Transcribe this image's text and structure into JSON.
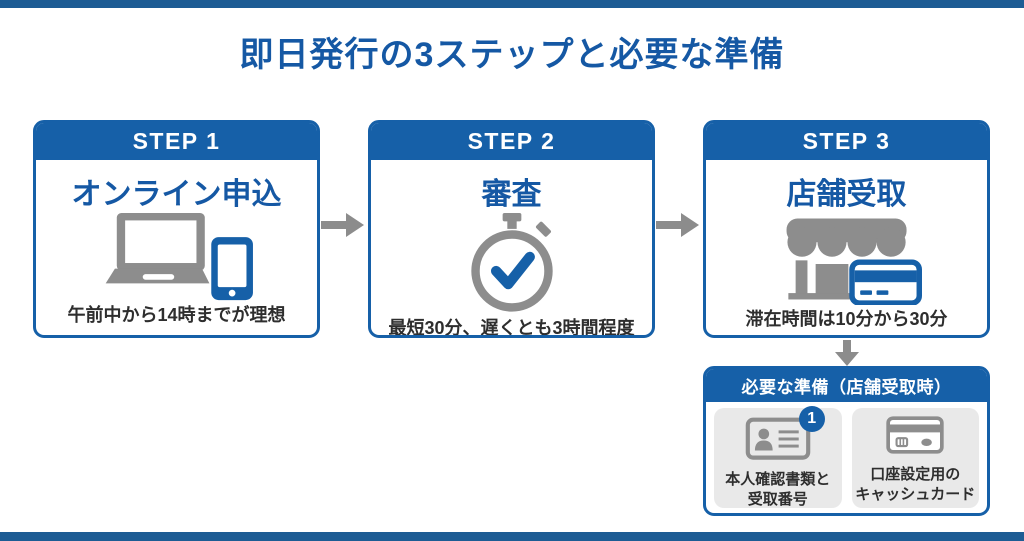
{
  "page": {
    "title": "即日発行の3ステップと必要な準備"
  },
  "colors": {
    "accent_blue": "#1660a8",
    "frame_bar_blue": "#1d5c94",
    "title_blue": "#1558a4",
    "icon_gray": "#8d8d8d",
    "tile_gray": "#e9e9e9"
  },
  "steps": [
    {
      "header": "STEP 1",
      "title": "オンライン申込",
      "icon": "laptop-smartphone-icon",
      "caption": "午前中から14時までが理想"
    },
    {
      "header": "STEP 2",
      "title": "審査",
      "icon": "stopwatch-check-icon",
      "caption": "最短30分、遅くとも3時間程度"
    },
    {
      "header": "STEP 3",
      "title": "店舗受取",
      "icon": "storefront-card-icon",
      "caption": "滞在時間は10分から30分"
    }
  ],
  "preparation": {
    "header": "必要な準備（店舗受取時）",
    "items": [
      {
        "icon": "id-card-icon",
        "badge": "1",
        "label": "本人確認書類と\n受取番号"
      },
      {
        "icon": "cash-card-icon",
        "label": "口座設定用の\nキャッシュカード"
      }
    ]
  }
}
